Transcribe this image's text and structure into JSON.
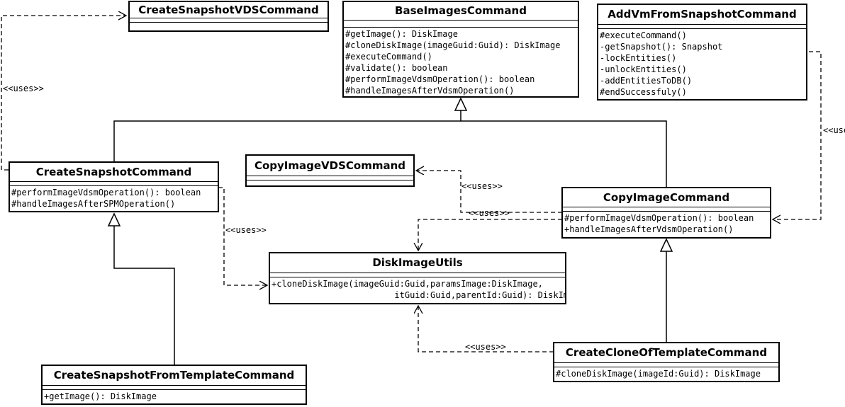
{
  "classes": [
    {
      "id": "create-snapshot-vds-command",
      "name": "CreateSnapshotVDSCommand",
      "members": [],
      "sections": 2
    },
    {
      "id": "base-images-command",
      "name": "BaseImagesCommand",
      "members": [
        "#getImage(): DiskImage",
        "#cloneDiskImage(imageGuid:Guid): DiskImage",
        "#executeCommand()",
        "#validate(): boolean",
        "#performImageVdsmOperation(): boolean",
        "#handleImagesAfterVdsmOperation()"
      ]
    },
    {
      "id": "add-vm-from-snapshot-command",
      "name": "AddVmFromSnapshotCommand",
      "members": [
        "#executeCommand()",
        "-getSnapshot(): Snapshot",
        "-lockEntities()",
        "-unlockEntities()",
        "-addEntitiesToDB()",
        "#endSuccessfuly()"
      ]
    },
    {
      "id": "create-snapshot-command",
      "name": "CreateSnapshotCommand",
      "members": [
        "#performImageVdsmOperation(): boolean",
        "#handleImagesAfterSPMOperation()"
      ]
    },
    {
      "id": "copy-image-vds-command",
      "name": "CopyImageVDSCommand",
      "members": [],
      "sections": 2
    },
    {
      "id": "copy-image-command",
      "name": "CopyImageCommand",
      "members": [
        "#performImageVdsmOperation(): boolean",
        "+handleImagesAfterVdsmOperation()"
      ]
    },
    {
      "id": "disk-image-utils",
      "name": "DiskImageUtils",
      "members": [
        "+cloneDiskImage(imageGuid:Guid,paramsImage:DiskImage,",
        "                        itGuid:Guid,parentId:Guid): DiskImage"
      ]
    },
    {
      "id": "create-clone-of-template-command",
      "name": "CreateCloneOfTemplateCommand",
      "members": [
        "#cloneDiskImage(imageId:Guid): DiskImage"
      ]
    },
    {
      "id": "create-snapshot-from-template-command",
      "name": "CreateSnapshotFromTemplateCommand",
      "members": [
        "+getImage(): DiskImage"
      ]
    }
  ],
  "relations": [
    {
      "id": "uses-snapshot-vds",
      "label": "<<uses>>"
    },
    {
      "id": "uses-disk-utils-from-create-snapshot",
      "label": "<<uses>>"
    },
    {
      "id": "uses-copy-image-vds",
      "label": "<<uses>>"
    },
    {
      "id": "uses-disk-utils-from-copy-image",
      "label": "<<uses>>"
    },
    {
      "id": "uses-disk-utils-from-clone",
      "label": "<<uses>>"
    },
    {
      "id": "uses-copy-image-from-add-vm",
      "label": "<<use"
    }
  ]
}
